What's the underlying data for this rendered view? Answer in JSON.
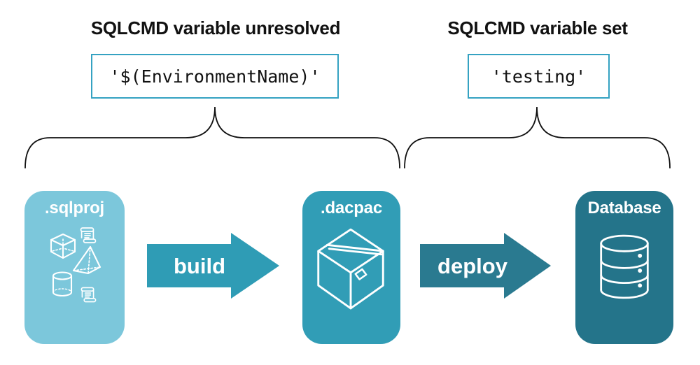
{
  "annotations": {
    "left": {
      "heading": "SQLCMD variable unresolved",
      "value": "'$(EnvironmentName)'"
    },
    "right": {
      "heading": "SQLCMD variable set",
      "value": "'testing'"
    }
  },
  "pipeline": {
    "stages": [
      {
        "label": ".sqlproj",
        "color": "#7cc7db",
        "icon": "sql-source-objects"
      },
      {
        "label": ".dacpac",
        "color": "#319db6",
        "icon": "package"
      },
      {
        "label": "Database",
        "color": "#24748a",
        "icon": "database"
      }
    ],
    "arrows": [
      {
        "label": "build",
        "color": "#2f9cb5"
      },
      {
        "label": "deploy",
        "color": "#2a7a90"
      }
    ]
  },
  "colors": {
    "background": "#ffffff",
    "heading_text": "#111111",
    "value_box_border": "#35a2c2",
    "value_text": "#111111",
    "brace_stroke": "#111111",
    "icon_stroke": "#ffffff"
  }
}
